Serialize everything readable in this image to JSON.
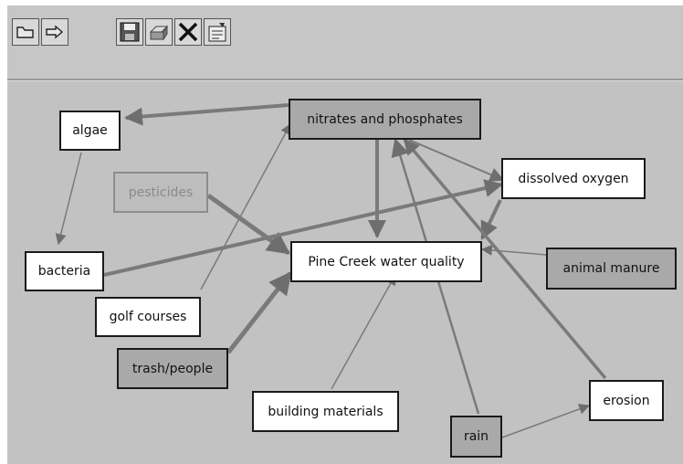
{
  "toolbar": {
    "buttons": [
      {
        "icon": "open-folder-icon"
      },
      {
        "icon": "forward-arrow-icon"
      },
      {
        "icon": "save-disk-icon"
      },
      {
        "icon": "printer-icon"
      },
      {
        "icon": "delete-x-icon"
      },
      {
        "icon": "properties-icon"
      }
    ]
  },
  "nodes": {
    "algae": "algae",
    "nitrates": "nitrates and phosphates",
    "pesticides": "pesticides",
    "dissolved_oxygen": "dissolved oxygen",
    "bacteria": "bacteria",
    "water_quality": "Pine Creek water quality",
    "animal_manure": "animal manure",
    "golf_courses": "golf courses",
    "trash_people": "trash/people",
    "building_materials": "building materials",
    "rain": "rain",
    "erosion": "erosion"
  },
  "colors": {
    "canvas": "#c2c2c2",
    "toolbar": "#c6c6c6",
    "node_white": "#ffffff",
    "node_gray": "#a9a9a9",
    "edge": "#7a7a7a"
  }
}
